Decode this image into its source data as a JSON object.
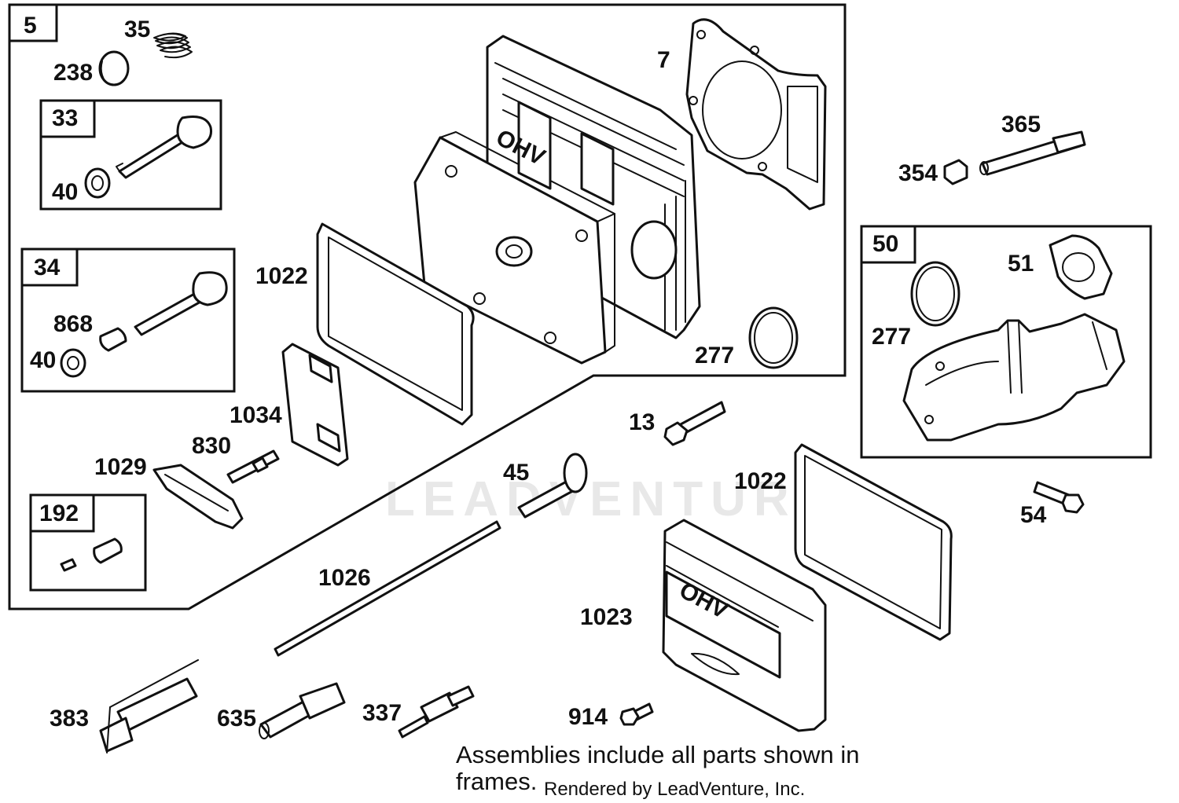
{
  "frame_labels": {
    "f5": "5",
    "f33": "33",
    "f34": "34",
    "f192": "192",
    "f50": "50"
  },
  "callouts": {
    "c35": "35",
    "c238": "238",
    "c40a": "40",
    "c868": "868",
    "c40b": "40",
    "c7": "7",
    "c1022a": "1022",
    "c277a": "277",
    "c1034": "1034",
    "c830": "830",
    "c1029": "1029",
    "c365": "365",
    "c354": "354",
    "c51": "51",
    "c277b": "277",
    "c13": "13",
    "c45": "45",
    "c1022b": "1022",
    "c54": "54",
    "c1026": "1026",
    "c1023": "1023",
    "c383": "383",
    "c635": "635",
    "c337": "337",
    "c914": "914"
  },
  "stamped_text": {
    "head_ohv": "OHV",
    "cover_ohv": "OHV"
  },
  "footnote": {
    "main": "Assemblies include all parts shown in frames.",
    "credit": "Rendered by LeadVenture, Inc."
  },
  "watermark": "LEADVENTURE"
}
